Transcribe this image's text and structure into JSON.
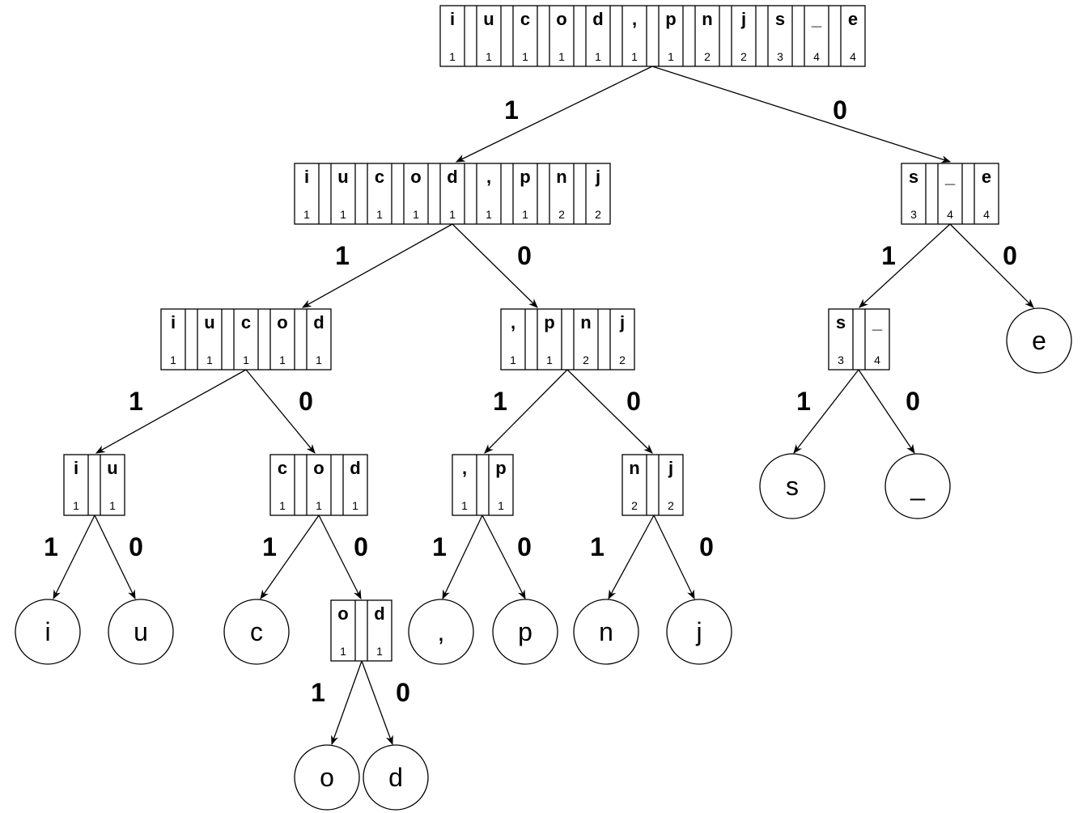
{
  "tree": {
    "nodes": [
      {
        "id": "root",
        "symbols": [
          "i",
          "u",
          "c",
          "o",
          "d",
          ",",
          "p",
          "n",
          "j",
          "s",
          "_",
          "e"
        ],
        "counts": [
          "1",
          "1",
          "1",
          "1",
          "1",
          "1",
          "1",
          "2",
          "2",
          "3",
          "4",
          "4"
        ]
      },
      {
        "id": "L",
        "symbols": [
          "i",
          "u",
          "c",
          "o",
          "d",
          ",",
          "p",
          "n",
          "j"
        ],
        "counts": [
          "1",
          "1",
          "1",
          "1",
          "1",
          "1",
          "1",
          "2",
          "2"
        ]
      },
      {
        "id": "R",
        "symbols": [
          "s",
          "_",
          "e"
        ],
        "counts": [
          "3",
          "4",
          "4"
        ]
      },
      {
        "id": "LL",
        "symbols": [
          "i",
          "u",
          "c",
          "o",
          "d"
        ],
        "counts": [
          "1",
          "1",
          "1",
          "1",
          "1"
        ]
      },
      {
        "id": "LR",
        "symbols": [
          ",",
          "p",
          "n",
          "j"
        ],
        "counts": [
          "1",
          "1",
          "2",
          "2"
        ]
      },
      {
        "id": "RL",
        "symbols": [
          "s",
          "_"
        ],
        "counts": [
          "3",
          "4"
        ]
      },
      {
        "id": "LLL",
        "symbols": [
          "i",
          "u"
        ],
        "counts": [
          "1",
          "1"
        ]
      },
      {
        "id": "LLR",
        "symbols": [
          "c",
          "o",
          "d"
        ],
        "counts": [
          "1",
          "1",
          "1"
        ]
      },
      {
        "id": "LRL",
        "symbols": [
          ",",
          "p"
        ],
        "counts": [
          "1",
          "1"
        ]
      },
      {
        "id": "LRR",
        "symbols": [
          "n",
          "j"
        ],
        "counts": [
          "2",
          "2"
        ]
      },
      {
        "id": "LLRR",
        "symbols": [
          "o",
          "d"
        ],
        "counts": [
          "1",
          "1"
        ]
      }
    ],
    "leaves": [
      {
        "id": "e",
        "label": "e"
      },
      {
        "id": "s",
        "label": "s"
      },
      {
        "id": "_",
        "label": "_"
      },
      {
        "id": "i",
        "label": "i"
      },
      {
        "id": "u",
        "label": "u"
      },
      {
        "id": "c",
        "label": "c"
      },
      {
        "id": ",",
        "label": ","
      },
      {
        "id": "p",
        "label": "p"
      },
      {
        "id": "n",
        "label": "n"
      },
      {
        "id": "j",
        "label": "j"
      },
      {
        "id": "o",
        "label": "o"
      },
      {
        "id": "d",
        "label": "d"
      }
    ],
    "edges": [
      {
        "from": "root",
        "to": "L",
        "label": "1"
      },
      {
        "from": "root",
        "to": "R",
        "label": "0"
      },
      {
        "from": "L",
        "to": "LL",
        "label": "1"
      },
      {
        "from": "L",
        "to": "LR",
        "label": "0"
      },
      {
        "from": "R",
        "to": "RL",
        "label": "1"
      },
      {
        "from": "R",
        "to": "e",
        "label": "0"
      },
      {
        "from": "LL",
        "to": "LLL",
        "label": "1"
      },
      {
        "from": "LL",
        "to": "LLR",
        "label": "0"
      },
      {
        "from": "LR",
        "to": "LRL",
        "label": "1"
      },
      {
        "from": "LR",
        "to": "LRR",
        "label": "0"
      },
      {
        "from": "RL",
        "to": "s",
        "label": "1"
      },
      {
        "from": "RL",
        "to": "_",
        "label": "0"
      },
      {
        "from": "LLL",
        "to": "i",
        "label": "1"
      },
      {
        "from": "LLL",
        "to": "u",
        "label": "0"
      },
      {
        "from": "LLR",
        "to": "c",
        "label": "1"
      },
      {
        "from": "LLR",
        "to": "LLRR",
        "label": "0"
      },
      {
        "from": "LRL",
        "to": ",",
        "label": "1"
      },
      {
        "from": "LRL",
        "to": "p",
        "label": "0"
      },
      {
        "from": "LRR",
        "to": "n",
        "label": "1"
      },
      {
        "from": "LRR",
        "to": "j",
        "label": "0"
      },
      {
        "from": "LLRR",
        "to": "o",
        "label": "1"
      },
      {
        "from": "LLRR",
        "to": "d",
        "label": "0"
      }
    ]
  }
}
